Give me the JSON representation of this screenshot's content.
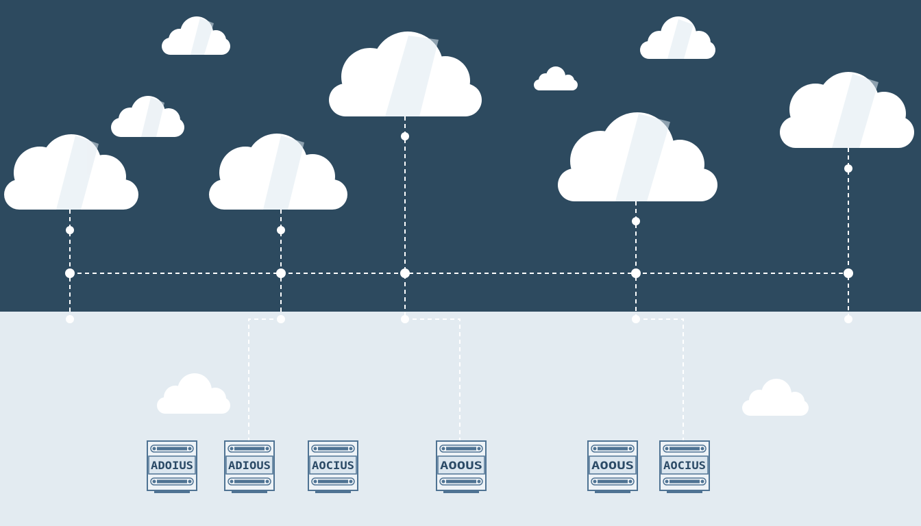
{
  "colors": {
    "sky": "#2d4a5f",
    "ground": "#e3ebf1",
    "cloud": "#ffffff",
    "cloud_shadow": "#dde8ef",
    "connector": "#ffffff",
    "server_frame": "#4f7393",
    "server_body": "#eef3f7",
    "server_label_text": "#2b4a66"
  },
  "icons": {
    "cloud": "cloud-icon",
    "server": "server-icon"
  },
  "servers": [
    {
      "label": "ADOIUS"
    },
    {
      "label": "ADIOUS"
    },
    {
      "label": "AOCIUS"
    },
    {
      "label": "AOOUS"
    },
    {
      "label": "AOOUS"
    },
    {
      "label": "AOCIUS"
    }
  ]
}
